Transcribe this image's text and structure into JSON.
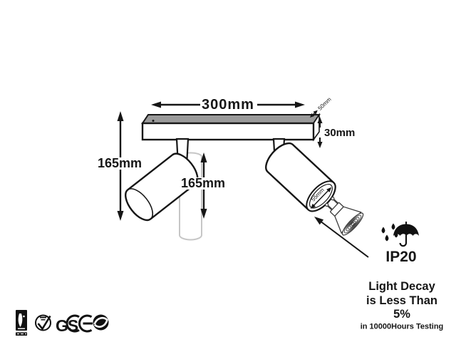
{
  "diagram": {
    "type": "technical-dimension-drawing",
    "labels": {
      "bar_width": "300mm",
      "bar_depth": "50mm",
      "bar_height": "30mm",
      "total_drop": "165mm",
      "lamp_length": "165mm",
      "lamp_face_diameter": "55mm"
    },
    "icons": [
      "gu10-bulb-illustration",
      "insertion-arrow",
      "ghost-lamp-outline"
    ]
  },
  "ip": {
    "icon": "umbrella-rain-icon",
    "label": "IP20"
  },
  "decay": {
    "line1": "Light Decay",
    "line2": "is Less Than",
    "line3": "5%",
    "note": "in 10000Hours Testing"
  },
  "certs": {
    "gs_label": "GS",
    "marks": [
      "safety-box-mark",
      "circle-check-mark",
      "gs-mark",
      "ce-mark",
      "green-dot-mark"
    ]
  },
  "colors": {
    "line": "#161616",
    "bar_top": "#9a9a9a",
    "ghost": "#c6c6c6",
    "background": "#ffffff"
  }
}
